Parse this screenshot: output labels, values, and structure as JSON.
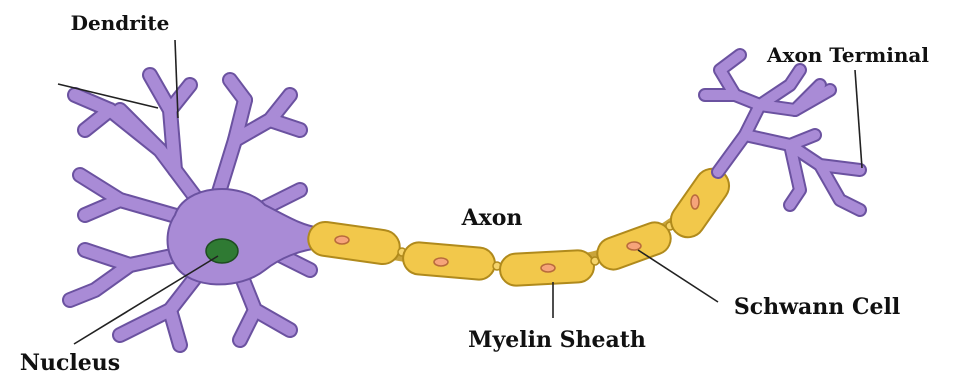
{
  "labels": {
    "dendrite": "Dendrite",
    "axon_terminal": "Axon Terminal",
    "axon": "Axon",
    "nucleus": "Nucleus",
    "myelin_sheath": "Myelin Sheath",
    "schwann_cell": "Schwann Cell"
  },
  "colors": {
    "cell_body": "#a98bd6",
    "cell_outline": "#6b52a0",
    "myelin": "#f2c84b",
    "nucleus": "#2f7a33",
    "schwann_nucleus": "#f6a47a",
    "text": "#111111"
  }
}
